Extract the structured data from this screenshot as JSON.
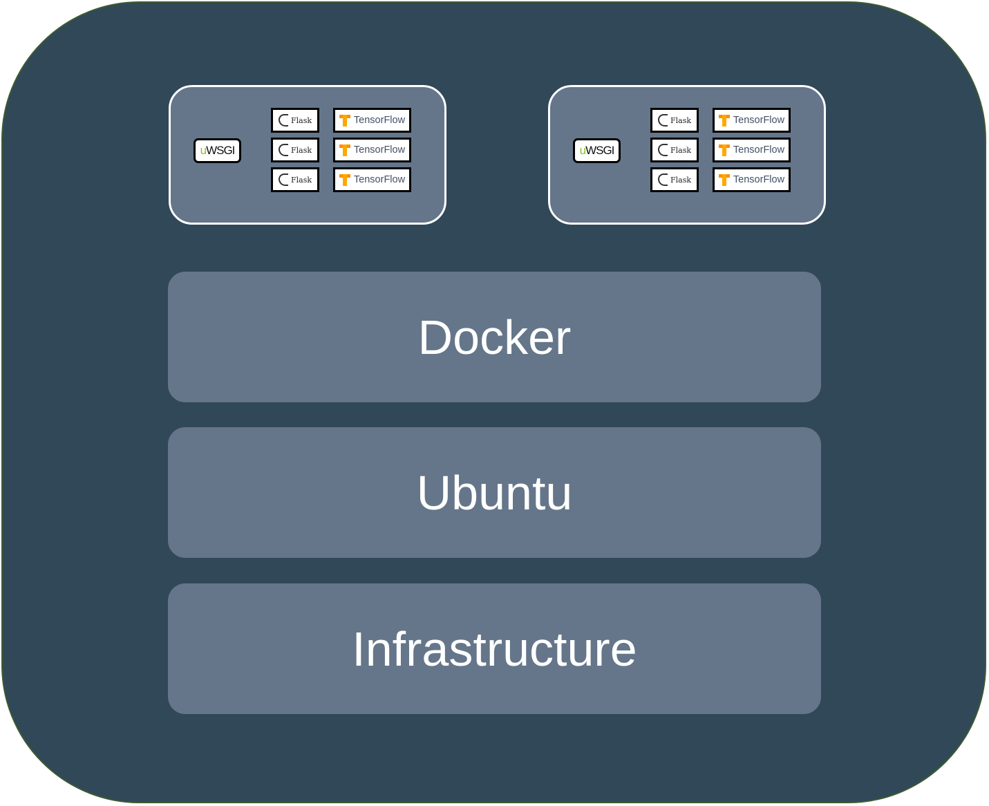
{
  "containers": [
    {
      "server": "uWSGI",
      "apps": [
        {
          "framework": "Flask",
          "library": "TensorFlow"
        },
        {
          "framework": "Flask",
          "library": "TensorFlow"
        },
        {
          "framework": "Flask",
          "library": "TensorFlow"
        }
      ]
    },
    {
      "server": "uWSGI",
      "apps": [
        {
          "framework": "Flask",
          "library": "TensorFlow"
        },
        {
          "framework": "Flask",
          "library": "TensorFlow"
        },
        {
          "framework": "Flask",
          "library": "TensorFlow"
        }
      ]
    }
  ],
  "layers": {
    "docker": "Docker",
    "ubuntu": "Ubuntu",
    "infrastructure": "Infrastructure"
  },
  "colors": {
    "outer_background": "#314859",
    "layer_fill": "#65768a",
    "uwsgi_accent": "#8bbf2a",
    "tensorflow_orange": "#ff8f00"
  },
  "icons": [
    "flask-logo-icon",
    "tensorflow-logo-icon"
  ]
}
